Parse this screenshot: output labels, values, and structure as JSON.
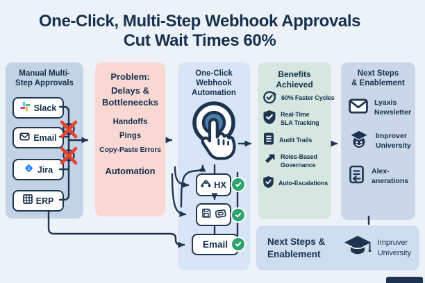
{
  "title": "One-Click, Multi-Step Webhook Approvals\nCut Wait Times 60%",
  "col_manual": {
    "title": "Manual Multi-\nStep Approvals",
    "apps": [
      {
        "label": "Slack",
        "icon": "slack-logo-icon"
      },
      {
        "label": "Email",
        "icon": "envelope-icon"
      },
      {
        "label": "Jira",
        "icon": "jira-logo-icon"
      },
      {
        "label": "ERP",
        "icon": "grid-icon"
      }
    ]
  },
  "col_problem": {
    "title": "Problem:",
    "subtitle": "Delays &\nBottleneecks",
    "items": [
      "Handoffs",
      "Pings",
      "Copy-Paste Errors",
      "Automation"
    ]
  },
  "col_automation": {
    "title": "One-Click\nWebhook\nAutomation",
    "steps": [
      {
        "label": "HX",
        "icon": "webhook-icon",
        "status": "done"
      },
      {
        "label": "",
        "icons": [
          "save-icon",
          "card-icon"
        ],
        "status": "done"
      },
      {
        "label": "Email",
        "icon": "",
        "status": "done"
      }
    ]
  },
  "col_benefits": {
    "title": "Benefits\nAchieved",
    "items": [
      {
        "icon": "stopwatch-check-icon",
        "label": "60% Faster Cycles"
      },
      {
        "icon": "shield-check-icon",
        "label": "Real-Time\nSLA Tracking"
      },
      {
        "icon": "audit-document-icon",
        "label": "Audit Trails"
      },
      {
        "icon": "arrow-up-right-icon",
        "label": "Roles-Based\nGovernance"
      },
      {
        "icon": "shield-check-icon",
        "label": "Auto-Escalations"
      }
    ]
  },
  "col_next": {
    "title": "Next Steps\n& Enablement",
    "items": [
      {
        "icon": "newsletter-envelope-icon",
        "label": "Lyaxis\nNewsletter"
      },
      {
        "icon": "graduate-face-icon",
        "label": "Improver\nUniversity"
      },
      {
        "icon": "document-return-icon",
        "label": "Alex-\nanerations"
      }
    ]
  },
  "footer": {
    "title": "Next Steps &\nEnablement",
    "icon": "graduation-cap-icon",
    "label": "Impruver\nUniversity"
  },
  "colors": {
    "navy": "#1d3350",
    "title_text": "#16304d",
    "page_bg": "#edf2f8",
    "panel_manual_bg": "#c2d3e5",
    "panel_problem_bg": "#f9d8d4",
    "panel_automation_bg": "#d8e5f6",
    "panel_benefits_bg": "#d5e7e0",
    "panel_next_bg": "#cad7e9",
    "footer_bg": "#cfddf1",
    "success_green": "#2da46c",
    "error_red": "#e8422d",
    "button_blue": "#4d80a9",
    "jira_blue": "#2684ff",
    "slack_colors": [
      "#36c5f0",
      "#2eb67d",
      "#ecb22e",
      "#e01e5a"
    ]
  }
}
